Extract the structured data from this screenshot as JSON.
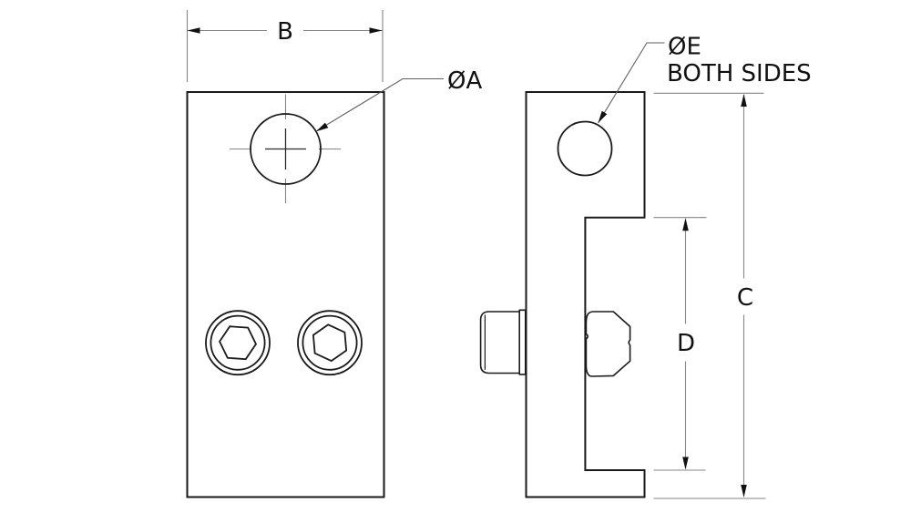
{
  "drawing": {
    "type": "engineering-orthographic-drawing",
    "colors": {
      "outline": "#1a1a1a",
      "dimension": "#858585",
      "leader": "#5f5f5f",
      "arrow": "#111111",
      "text": "#111111",
      "background": "#ffffff"
    },
    "dimensions": {
      "width": "B",
      "overall_height": "C",
      "notch_height": "D"
    },
    "callouts": {
      "front_hole": "ØA",
      "side_hole": "ØE",
      "side_hole_note": "BOTH SIDES"
    }
  }
}
